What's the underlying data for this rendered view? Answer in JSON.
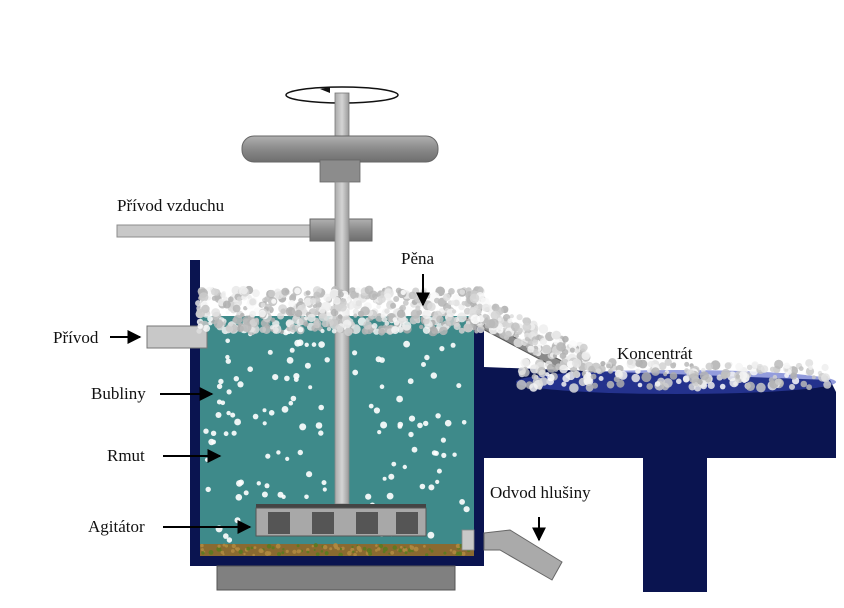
{
  "labels": {
    "air_inlet": "Přívod vzduchu",
    "foam": "Pěna",
    "feed": "Přívod",
    "bubbles": "Bubliny",
    "pulp": "Rmut",
    "agitator": "Agitátor",
    "concentrate": "Koncentrát",
    "tailings_outlet": "Odvod hlušiny"
  },
  "colors": {
    "tank_wall": "#0a1450",
    "pulp": "#3e8a8a",
    "foam": "#dcdcdc",
    "shaft": "#c4c4c4",
    "motor": "#8f8f8f",
    "sediment": "#8a6a30",
    "bubble": "#ffffff",
    "arrow": "#000000"
  },
  "icons": {
    "rotation": "rotation-arrow-icon",
    "pointer": "right-arrow-icon",
    "down": "down-arrow-icon"
  }
}
